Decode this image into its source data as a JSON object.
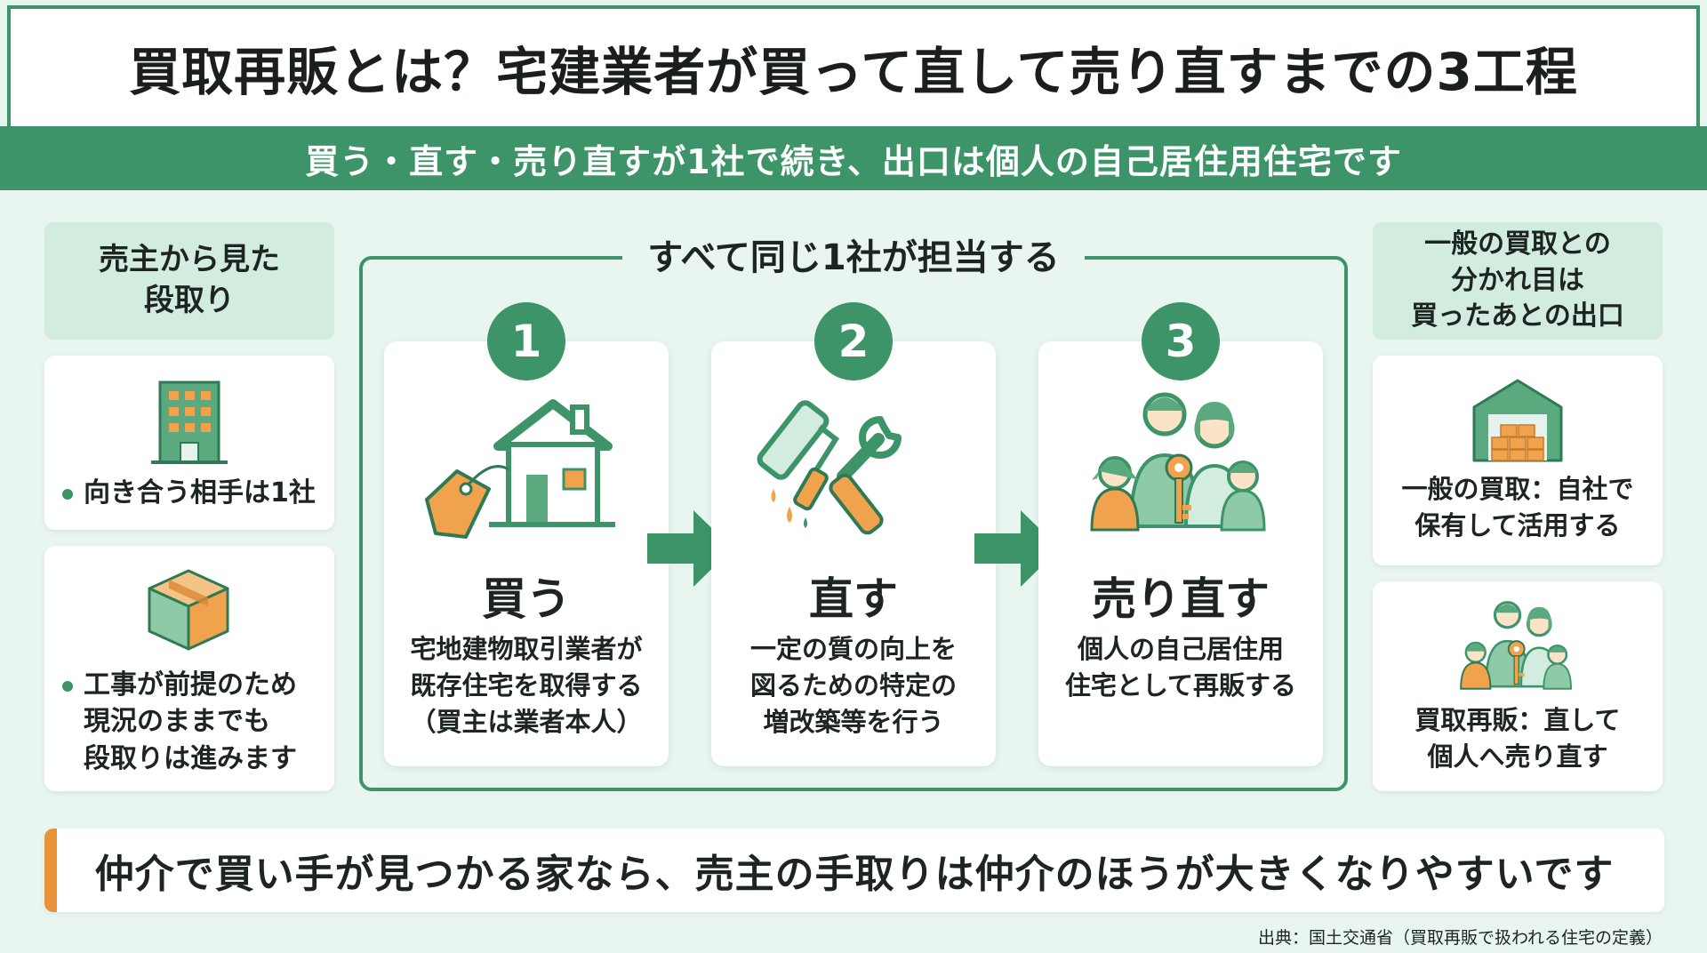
{
  "title": "買取再販とは？宅建業者が買って直して売り直すまでの3工程",
  "subtitle": "買う・直す・売り直すが1社で続き、出口は個人の自己居住用住宅です",
  "left_column": {
    "header": "売主から見た\n段取り",
    "cards": [
      {
        "icon": "office-building-icon",
        "text": "向き合う相手は1社"
      },
      {
        "icon": "package-box-icon",
        "text": "工事が前提のため\n現況のままでも\n段取りは進みます"
      }
    ]
  },
  "center": {
    "group_label": "すべて同じ1社が担当する",
    "steps": [
      {
        "number": "1",
        "icon": "house-with-price-tag-icon",
        "title": "買う",
        "description": "宅地建物取引業者が\n既存住宅を取得する\n（買主は業者本人）"
      },
      {
        "number": "2",
        "icon": "paint-roller-and-wrench-icon",
        "title": "直す",
        "description": "一定の質の向上を\n図るための特定の\n増改築等を行う"
      },
      {
        "number": "3",
        "icon": "family-with-key-icon",
        "title": "売り直す",
        "description": "個人の自己居住用\n住宅として再販する"
      }
    ]
  },
  "right_column": {
    "header": "一般の買取との\n分かれ目は\n買ったあとの出口",
    "cards": [
      {
        "icon": "warehouse-icon",
        "text": "一般の買取：自社で\n保有して活用する"
      },
      {
        "icon": "family-with-key-icon",
        "text": "買取再販：直して\n個人へ売り直す"
      }
    ]
  },
  "bottom_message": "仲介で買い手が見つかる家なら、売主の手取りは仲介のほうが大きくなりやすいです",
  "source": "出典：国土交通省（買取再販で扱われる住宅の定義）",
  "colors": {
    "primary_green": "#3d9468",
    "light_green": "#d2ece0",
    "accent_orange": "#e8923a",
    "background": "#e9f6f0"
  }
}
